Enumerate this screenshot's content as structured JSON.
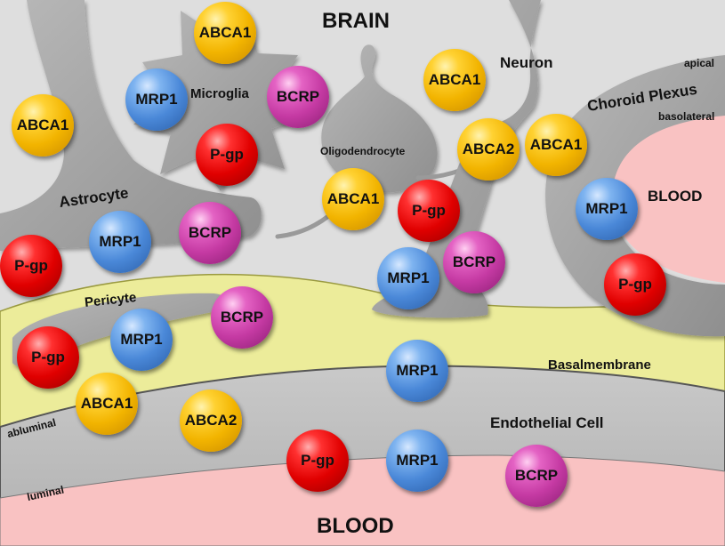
{
  "title": "BRAIN",
  "regions": {
    "blood_bottom": "BLOOD",
    "blood_choroid": "BLOOD",
    "choroid_plexus": "Choroid Plexus",
    "apical": "apical",
    "basolateral": "basolateral",
    "endothelial_cell": "Endothelial Cell",
    "basalmembrane": "Basalmembrane",
    "abluminal": "abluminal",
    "luminal": "luminal"
  },
  "cells": {
    "neuron": "Neuron",
    "microglia": "Microglia",
    "oligodendrocyte": "Oligodendrocyte",
    "astrocyte": "Astrocyte",
    "pericyte": "Pericyte"
  },
  "transporters": [
    {
      "name": "abca1-microglia-top",
      "label": "ABCA1",
      "type": "abca1"
    },
    {
      "name": "mrp1-microglia",
      "label": "MRP1",
      "type": "mrp1"
    },
    {
      "name": "bcrp-microglia",
      "label": "BCRP",
      "type": "bcrp"
    },
    {
      "name": "pgp-microglia",
      "label": "P-gp",
      "type": "pgp"
    },
    {
      "name": "abca1-astrocyte-top",
      "label": "ABCA1",
      "type": "abca1"
    },
    {
      "name": "mrp1-astrocyte",
      "label": "MRP1",
      "type": "mrp1"
    },
    {
      "name": "bcrp-astrocyte",
      "label": "BCRP",
      "type": "bcrp"
    },
    {
      "name": "pgp-astrocyte",
      "label": "P-gp",
      "type": "pgp"
    },
    {
      "name": "abca1-oligodendrocyte",
      "label": "ABCA1",
      "type": "abca1"
    },
    {
      "name": "abca1-neuron",
      "label": "ABCA1",
      "type": "abca1"
    },
    {
      "name": "abca2-neuron",
      "label": "ABCA2",
      "type": "abca2"
    },
    {
      "name": "pgp-neuron",
      "label": "P-gp",
      "type": "pgp"
    },
    {
      "name": "mrp1-neuron",
      "label": "MRP1",
      "type": "mrp1"
    },
    {
      "name": "bcrp-neuron",
      "label": "BCRP",
      "type": "bcrp"
    },
    {
      "name": "abca1-choroid",
      "label": "ABCA1",
      "type": "abca1"
    },
    {
      "name": "mrp1-choroid",
      "label": "MRP1",
      "type": "mrp1"
    },
    {
      "name": "pgp-choroid",
      "label": "P-gp",
      "type": "pgp"
    },
    {
      "name": "mrp1-pericyte",
      "label": "MRP1",
      "type": "mrp1"
    },
    {
      "name": "pgp-pericyte",
      "label": "P-gp",
      "type": "pgp"
    },
    {
      "name": "bcrp-pericyte",
      "label": "BCRP",
      "type": "bcrp"
    },
    {
      "name": "abca1-abluminal",
      "label": "ABCA1",
      "type": "abca1"
    },
    {
      "name": "abca2-endothelial",
      "label": "ABCA2",
      "type": "abca2"
    },
    {
      "name": "mrp1-basalmembrane",
      "label": "MRP1",
      "type": "mrp1"
    },
    {
      "name": "pgp-luminal",
      "label": "P-gp",
      "type": "pgp"
    },
    {
      "name": "mrp1-luminal",
      "label": "MRP1",
      "type": "mrp1"
    },
    {
      "name": "bcrp-luminal",
      "label": "BCRP",
      "type": "bcrp"
    }
  ],
  "colors": {
    "brain_bg": "#dedede",
    "cell_gray": "#a6a6a6",
    "basalmembrane": "#ecec9a",
    "blood": "#f9c2c2",
    "abca": "#f2b400",
    "mrp1": "#4a88d8",
    "bcrp": "#c53aa3",
    "pgp": "#e00000"
  }
}
